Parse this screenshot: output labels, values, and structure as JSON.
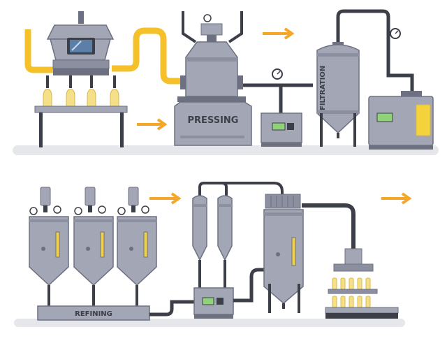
{
  "labels": {
    "pressing": "PRESSING",
    "filtration": "FILTRATION",
    "refining": "REFINING"
  },
  "colors": {
    "machine_body": "#a3a6b4",
    "machine_dark": "#6d7081",
    "machine_light": "#c9cbd4",
    "pipe_dark": "#3d3f48",
    "oil_pipe": "#f4c12b",
    "arrow": "#f4a629",
    "bottle_oil": "#f5e08a",
    "panel_screen": "#8fd27a",
    "floor_shadow": "#e6e7ea"
  },
  "icons": {
    "flow_arrow": "right-arrow-icon",
    "gauge": "pressure-gauge-icon",
    "control_panel": "control-panel-icon",
    "bottle": "oil-bottle-icon"
  }
}
